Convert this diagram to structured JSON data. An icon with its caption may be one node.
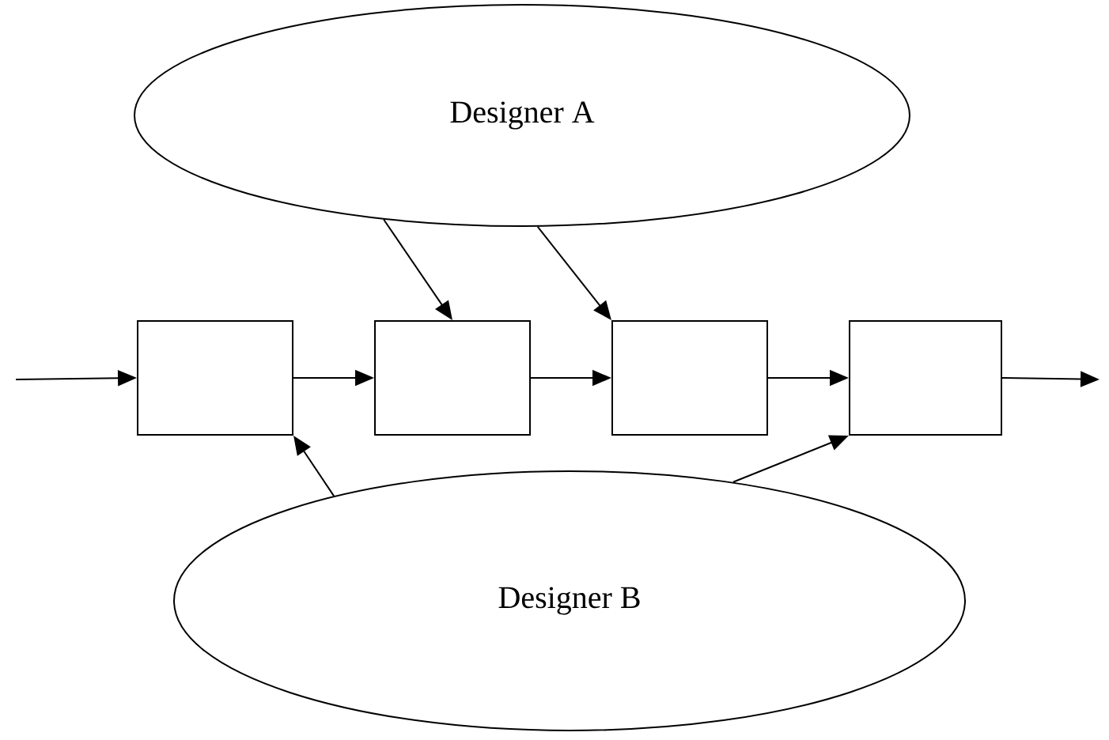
{
  "diagram": {
    "nodes": [
      {
        "text": [
          "Designer A"
        ]
      },
      {
        "text": [],
        "shape": "box"
      },
      {
        "text": [],
        "shape": "box"
      },
      {
        "text": [],
        "shape": "box"
      },
      {
        "text": [],
        "shape": "box"
      },
      {
        "text": [
          "Designer B"
        ]
      }
    ],
    "edges": [
      {
        "from": null,
        "to": 1,
        "arrow": "to"
      },
      {
        "from": 1,
        "to": 2,
        "arrow": "to"
      },
      {
        "from": 2,
        "to": 3,
        "arrow": "to"
      },
      {
        "from": 3,
        "to": 4,
        "arrow": "to"
      },
      {
        "from": 4,
        "to": null,
        "arrow": "to"
      },
      {
        "from": 0,
        "to": 2,
        "arrow": "to"
      },
      {
        "from": 0,
        "to": 3,
        "arrow": "to"
      },
      {
        "from": 5,
        "to": 1,
        "arrow": "to"
      },
      {
        "from": 5,
        "to": 4,
        "arrow": "to"
      }
    ]
  }
}
